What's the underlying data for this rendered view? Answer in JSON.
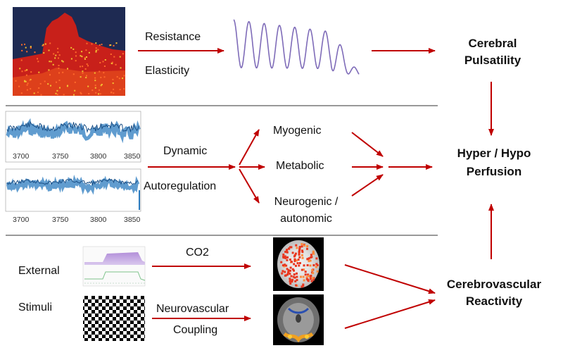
{
  "section1": {
    "labels": {
      "resistance": "Resistance",
      "elasticity": "Elasticity"
    },
    "outcome": {
      "line1": "Cerebral",
      "line2": "Pulsatility"
    }
  },
  "section2": {
    "labels": {
      "dynamic": "Dynamic",
      "autoregulation": "Autoregulation"
    },
    "mechanisms": {
      "myogenic": "Myogenic",
      "metabolic": "Metabolic",
      "neurogenic1": "Neurogenic /",
      "neurogenic2": "autonomic"
    },
    "outcome": {
      "line1": "Hyper / Hypo",
      "line2": "Perfusion"
    },
    "ticks": [
      "3700",
      "3750",
      "3800",
      "3850"
    ]
  },
  "section3": {
    "labels": {
      "external": "External",
      "stimuli": "Stimuli",
      "co2": "CO2",
      "neurovascular": "Neurovascular",
      "coupling": "Coupling"
    },
    "outcome": {
      "line1": "Cerebrovascular",
      "line2": "Reactivity"
    }
  },
  "colors": {
    "arrow": "#c00000",
    "wave": "#7e6bb8",
    "trace": "#2b7bbf",
    "doppler": "#d42c1c"
  }
}
